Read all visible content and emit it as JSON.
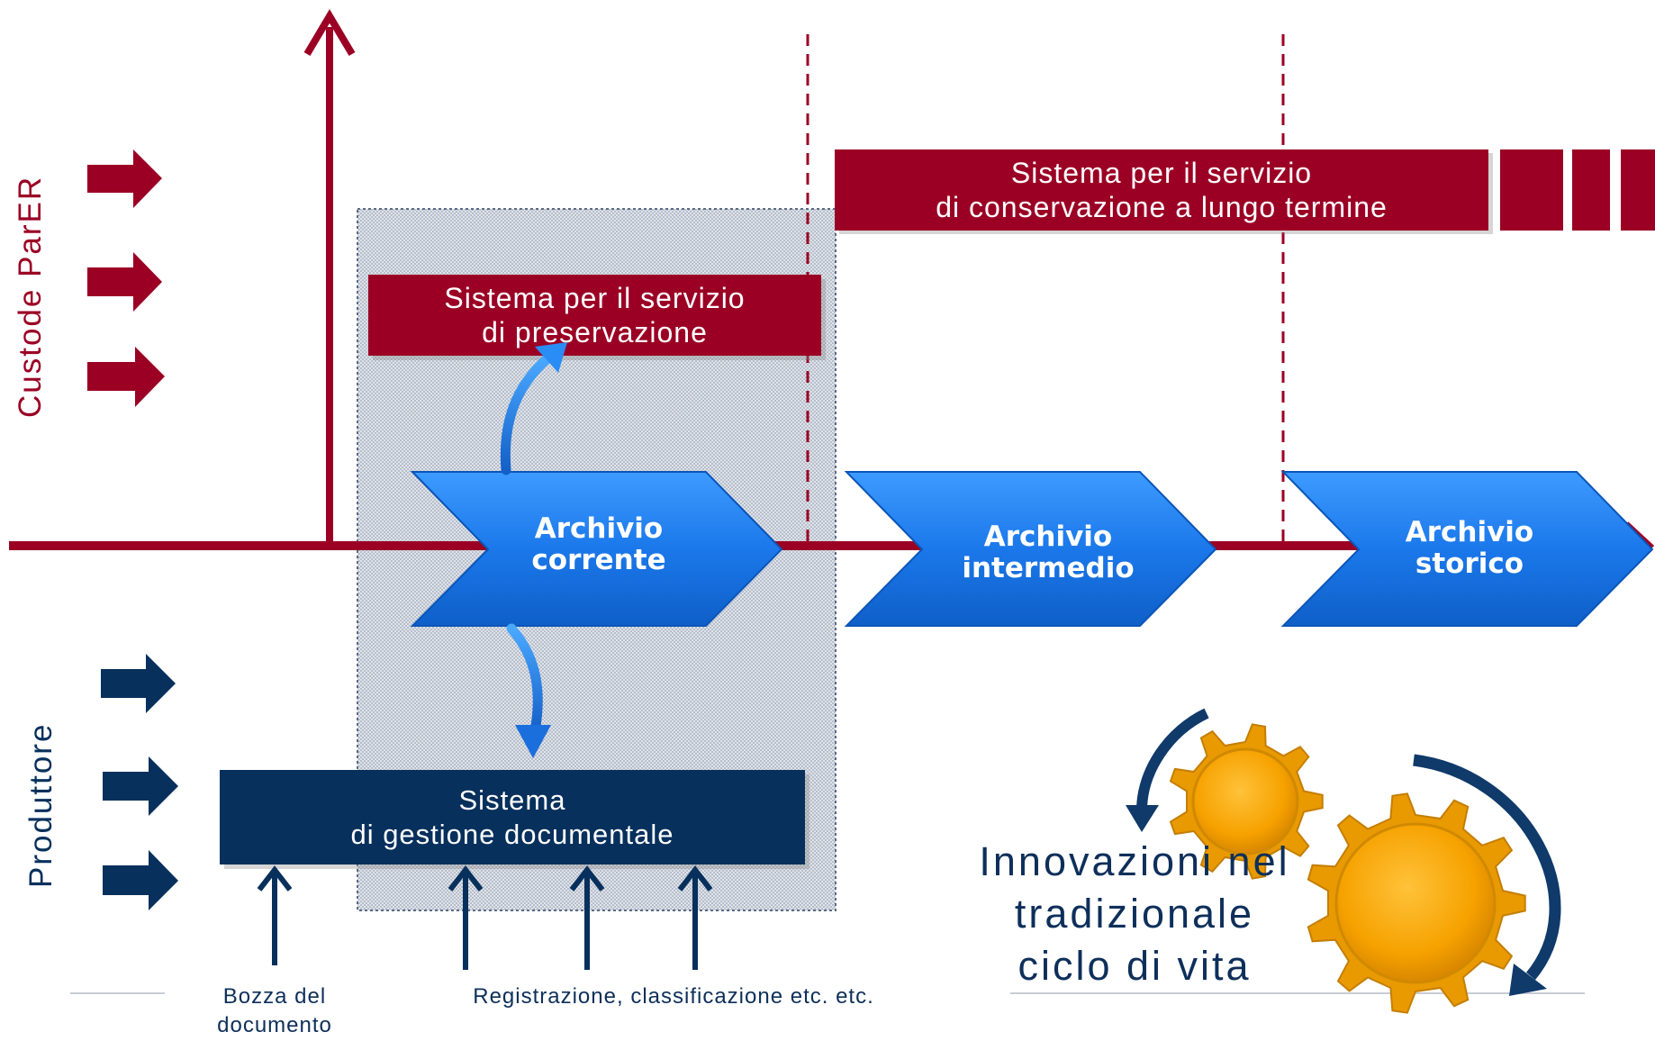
{
  "axes": {
    "custode_label": "Custode ParER",
    "produttore_label": "Produttore"
  },
  "boxes": {
    "conservazione": "Sistema per il servizio\ndi conservazione a lungo termine",
    "preservazione": "Sistema per il servizio\ndi preservazione",
    "gestione": "Sistema\ndi gestione documentale"
  },
  "chevrons": {
    "corrente": "Archivio\ncorrente",
    "intermedio": "Archivio\nintermedio",
    "storico": "Archivio\nstorico"
  },
  "notes": {
    "bozza": "Bozza del\ndocumento",
    "registrazione": "Registrazione, classificazione etc. etc."
  },
  "innovation": {
    "text": "Innovazioni nel\ntradizionale\nciclo di vita"
  },
  "colors": {
    "red": "#9b0024",
    "navy": "#07305c",
    "blue": "#1a7de8",
    "gear": "#f6a500"
  },
  "icons": [
    "block-arrow-icon",
    "gear-icon",
    "cycle-arrow-icon"
  ]
}
